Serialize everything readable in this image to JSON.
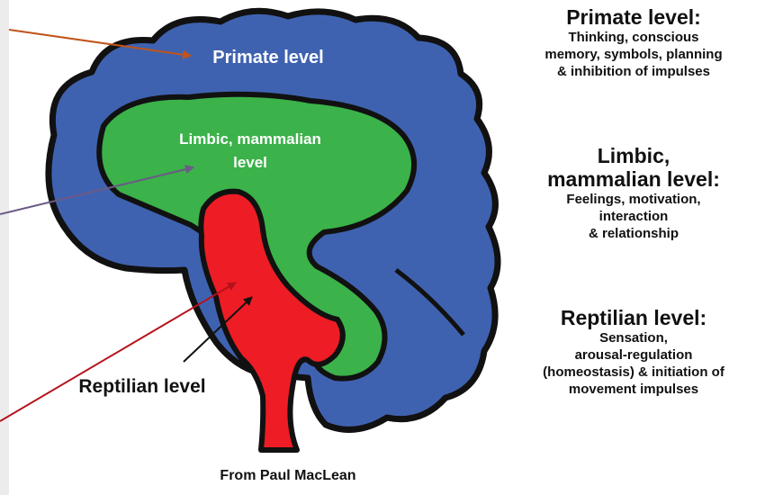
{
  "brain_labels": {
    "primate": "Primate level",
    "limbic_line1": "Limbic, mammalian",
    "limbic_line2": "level",
    "reptilian": "Reptilian level"
  },
  "panels": {
    "primate": {
      "title": "Primate level:",
      "body": "Thinking, conscious\nmemory, symbols, planning\n& inhibition of impulses"
    },
    "limbic": {
      "title": "Limbic,\nmammalian level:",
      "body": "Feelings, motivation,\ninteraction\n& relationship"
    },
    "reptilian": {
      "title": "Reptilian level:",
      "body": "Sensation,\narousal-regulation\n(homeostasis) & initiation of\nmovement impulses"
    }
  },
  "credit": "From Paul MacLean",
  "colors": {
    "primate": "#3f62b0",
    "limbic": "#3bb24a",
    "reptilian": "#ee1c24",
    "outline": "#111111",
    "arrow_primate": "#c0541a",
    "arrow_limbic": "#6b5a86",
    "arrow_reptilian": "#b5121b",
    "arrow_reptilian_label": "#111111"
  }
}
